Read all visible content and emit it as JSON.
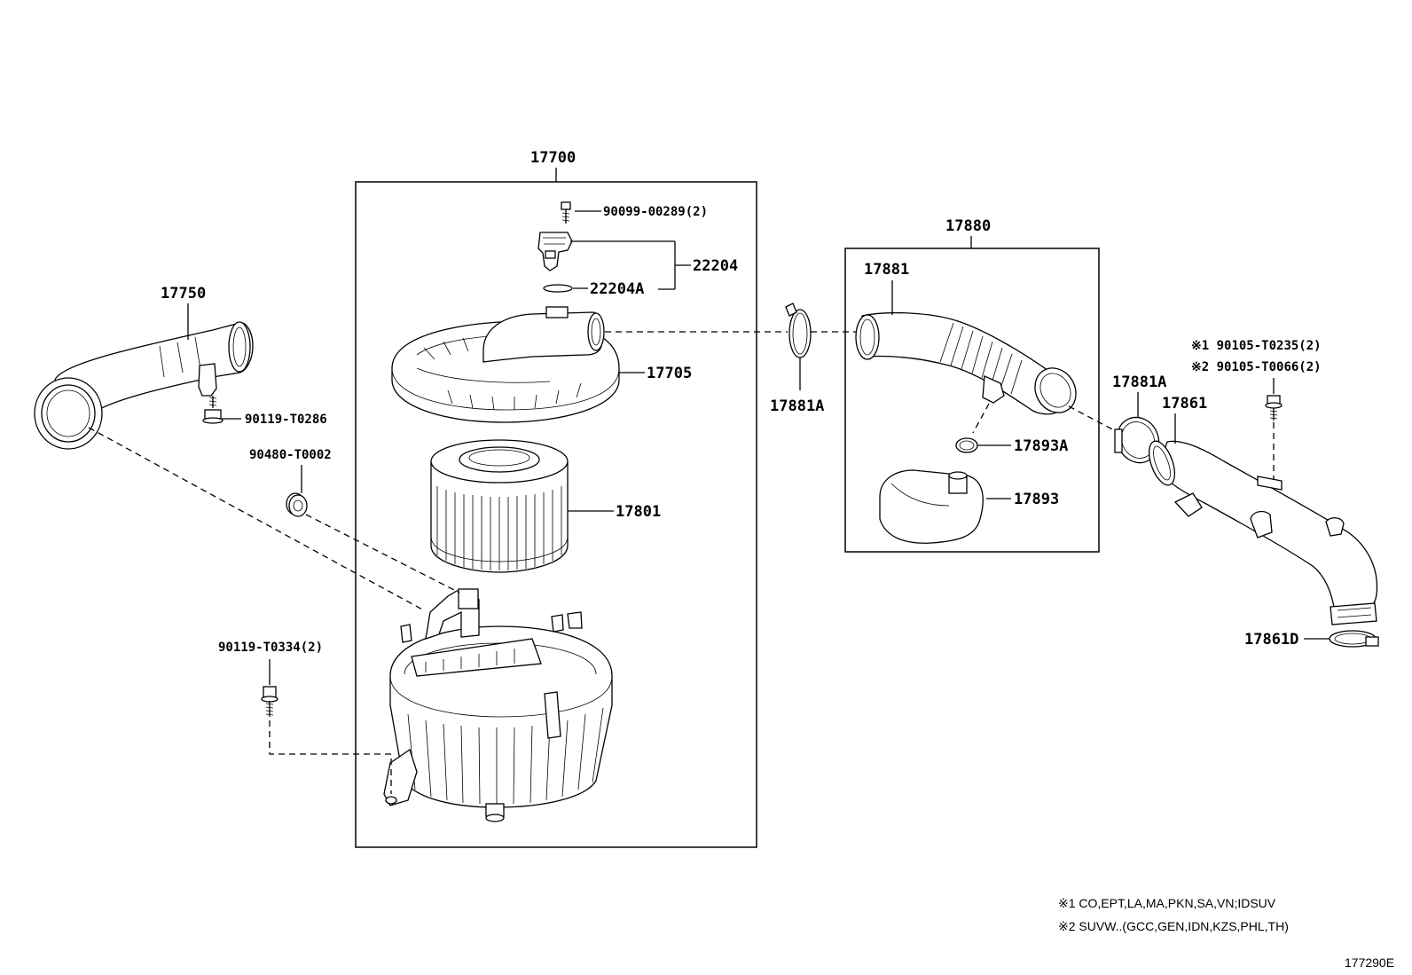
{
  "labels": {
    "assy_17700": "17700",
    "screw_90099": "90099-00289(2)",
    "sensor_22204": "22204",
    "oring_22204a": "22204A",
    "cap_17705": "17705",
    "element_17801": "17801",
    "inlet_17750": "17750",
    "bolt_90119_t0286": "90119-T0286",
    "grommet_90480": "90480-T0002",
    "bolt_90119_t0334": "90119-T0334(2)",
    "hose_assy_17880": "17880",
    "hose_17881": "17881",
    "clamp_17881a_left": "17881A",
    "clamp_17893a": "17893A",
    "resonator_17893": "17893",
    "clamp_17881a_right": "17881A",
    "pipe_17861": "17861",
    "clamp_17861d": "17861D",
    "bolt_t0235": "※1  90105-T0235(2)",
    "bolt_t0066": "※2  90105-T0066(2)"
  },
  "notes": {
    "note1": "※1 CO,EPT,LA,MA,PKN,SA,VN;IDSUV",
    "note2": "※2 SUVW..(GCC,GEN,IDN,KZS,PHL,TH)"
  },
  "figure_id": "177290E"
}
